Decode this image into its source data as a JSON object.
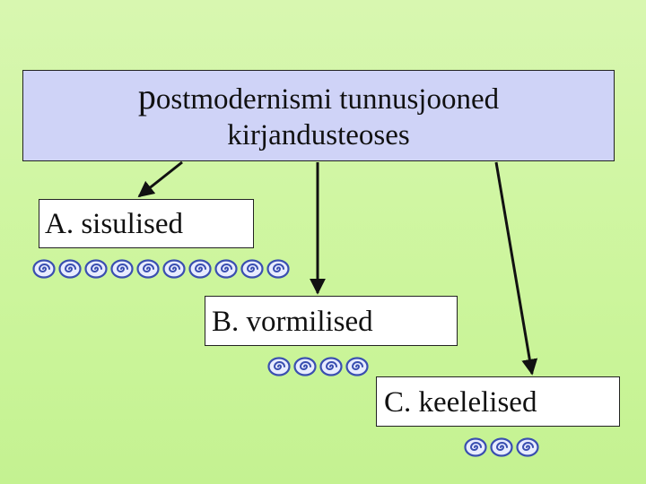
{
  "diagram": {
    "title_line1_cap": "p",
    "title_line1_rest": "ostmodernismi tunnusjooned",
    "title_line2": "kirjandusteoses",
    "branches": [
      {
        "label": "A. sisulised"
      },
      {
        "label": "B. vormilised"
      },
      {
        "label": "C. keelelised"
      }
    ]
  },
  "colors": {
    "background": "#ccf59c",
    "title_box": "#cfd3f7",
    "swirl": "#3a4fb0"
  },
  "icons": {
    "bullet": "swirl-icon"
  }
}
